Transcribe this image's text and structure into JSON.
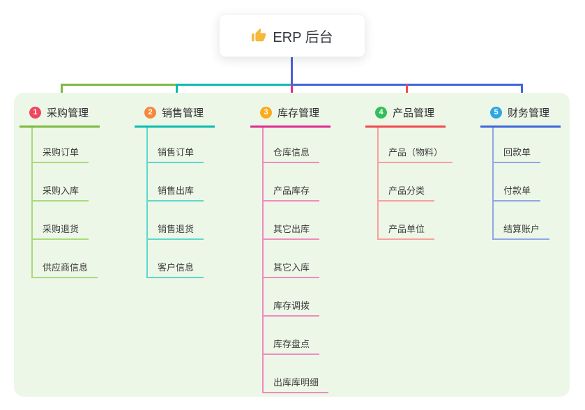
{
  "root": {
    "icon": "thumbs-up",
    "label": "ERP 后台"
  },
  "branches": [
    {
      "num": "1",
      "label": "采购管理",
      "badge_color": "#f0475f",
      "line_color": "#7cb93f",
      "child_line_color": "#a9da7a",
      "children": [
        "采购订单",
        "采购入库",
        "采购退货",
        "供应商信息"
      ]
    },
    {
      "num": "2",
      "label": "销售管理",
      "badge_color": "#f6883d",
      "line_color": "#0abcb0",
      "child_line_color": "#5ed8cb",
      "children": [
        "销售订单",
        "销售出库",
        "销售退货",
        "客户信息"
      ]
    },
    {
      "num": "3",
      "label": "库存管理",
      "badge_color": "#fbab1d",
      "line_color": "#df2c90",
      "child_line_color": "#f08bbe",
      "children": [
        "仓库信息",
        "产品库存",
        "其它出库",
        "其它入库",
        "库存调拨",
        "库存盘点",
        "出库库明细"
      ]
    },
    {
      "num": "4",
      "label": "产品管理",
      "badge_color": "#33bf58",
      "line_color": "#f2494f",
      "child_line_color": "#f7a09a",
      "children": [
        "产品（物料）",
        "产品分类",
        "产品单位"
      ]
    },
    {
      "num": "5",
      "label": "财务管理",
      "badge_color": "#2ea8e4",
      "line_color": "#3f66da",
      "child_line_color": "#90a7e4",
      "children": [
        "回款单",
        "付款单",
        "结算账户"
      ]
    }
  ],
  "colors": {
    "panel_bg": "#edf7e8",
    "root_connector": "#4a60d8",
    "icon_color": "#f6b93b"
  }
}
